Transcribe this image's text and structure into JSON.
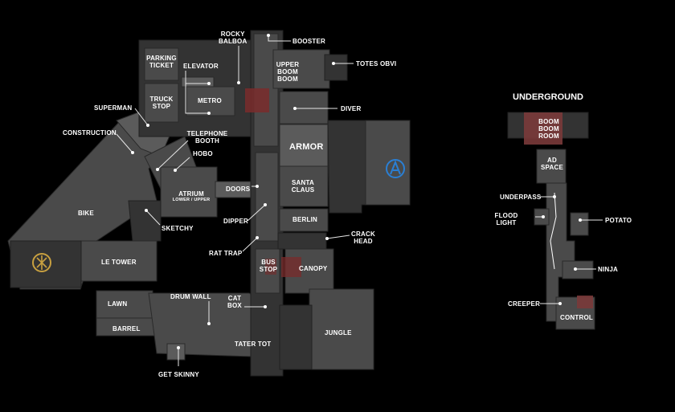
{
  "underground_title": "UNDERGROUND",
  "labels": {
    "rocky_balboa": [
      "ROCKY",
      "BALBOA"
    ],
    "booster": "BOOSTER",
    "parking_ticket": [
      "PARKING",
      "TICKET"
    ],
    "elevator": "ELEVATOR",
    "upper_boom_boom": [
      "UPPER",
      "BOOM",
      "BOOM"
    ],
    "totes_obvi": "TOTES OBVI",
    "truck_stop": [
      "TRUCK",
      "STOP"
    ],
    "metro": "METRO",
    "superman": "SUPERMAN",
    "diver": "DIVER",
    "construction": "CONSTRUCTION",
    "telephone_booth": [
      "TELEPHONE",
      "BOOTH"
    ],
    "armor": "ARMOR",
    "hobo": "HOBO",
    "santa_claus": [
      "SANTA",
      "CLAUS"
    ],
    "doors": "DOORS",
    "atrium": "ATRIUM",
    "atrium_sub": "LOWER / UPPER",
    "bike": "BIKE",
    "dipper": "DIPPER",
    "berlin": "BERLIN",
    "sketchy": "SKETCHY",
    "crack_head": [
      "CRACK",
      "HEAD"
    ],
    "rat_trap": "RAT TRAP",
    "le_tower": "LE TOWER",
    "bus_stop": [
      "BUS",
      "STOP"
    ],
    "canopy": "CANOPY",
    "cat_box": [
      "CAT",
      "BOX"
    ],
    "drum_wall": "DRUM WALL",
    "lawn": "LAWN",
    "barrel": "BARREL",
    "jungle": "JUNGLE",
    "tater_tot": "TATER TOT",
    "get_skinny": "GET SKINNY",
    "boom_boom_room": [
      "BOOM",
      "BOOM",
      "ROOM"
    ],
    "ad_space": [
      "AD",
      "SPACE"
    ],
    "underpass": "UNDERPASS",
    "flood_light": [
      "FLOOD",
      "LIGHT"
    ],
    "potato": "POTATO",
    "ninja": "NINJA",
    "creeper": "CREEPER",
    "control": "CONTROL"
  },
  "colors": {
    "background": "#000000",
    "floor": "#4a4a4a",
    "spawn_blue": "#2a7fd4",
    "spawn_gold": "#c8a040",
    "objective_red": "#b03030"
  },
  "icons": [
    "blue-spawn-icon",
    "gold-spawn-icon"
  ]
}
